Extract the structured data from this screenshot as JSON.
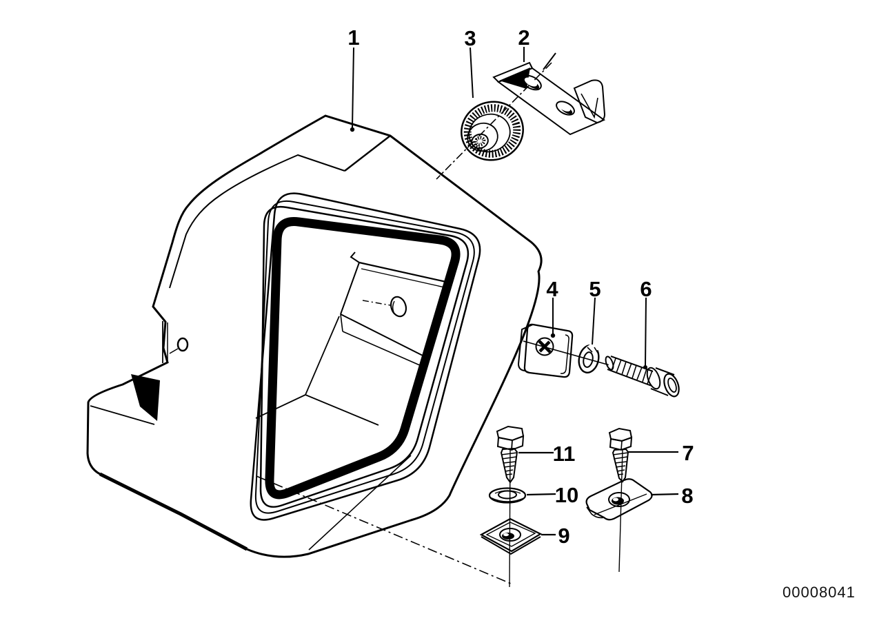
{
  "figure": {
    "drawing_number": "00008041"
  },
  "callouts": [
    {
      "label": "1"
    },
    {
      "label": "2"
    },
    {
      "label": "3"
    },
    {
      "label": "4"
    },
    {
      "label": "5"
    },
    {
      "label": "6"
    },
    {
      "label": "7"
    },
    {
      "label": "8"
    },
    {
      "label": "9"
    },
    {
      "label": "10"
    },
    {
      "label": "11"
    }
  ]
}
